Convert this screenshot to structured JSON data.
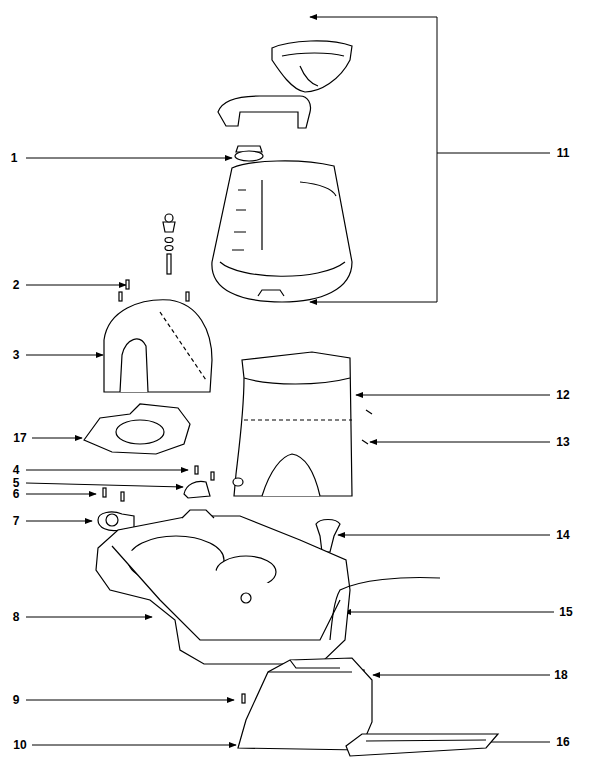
{
  "diagram": {
    "labels": [
      "11",
      "1",
      "2",
      "3",
      "12",
      "17",
      "13",
      "4",
      "5",
      "6",
      "7",
      "14",
      "15",
      "8",
      "18",
      "9",
      "16",
      "10"
    ]
  }
}
